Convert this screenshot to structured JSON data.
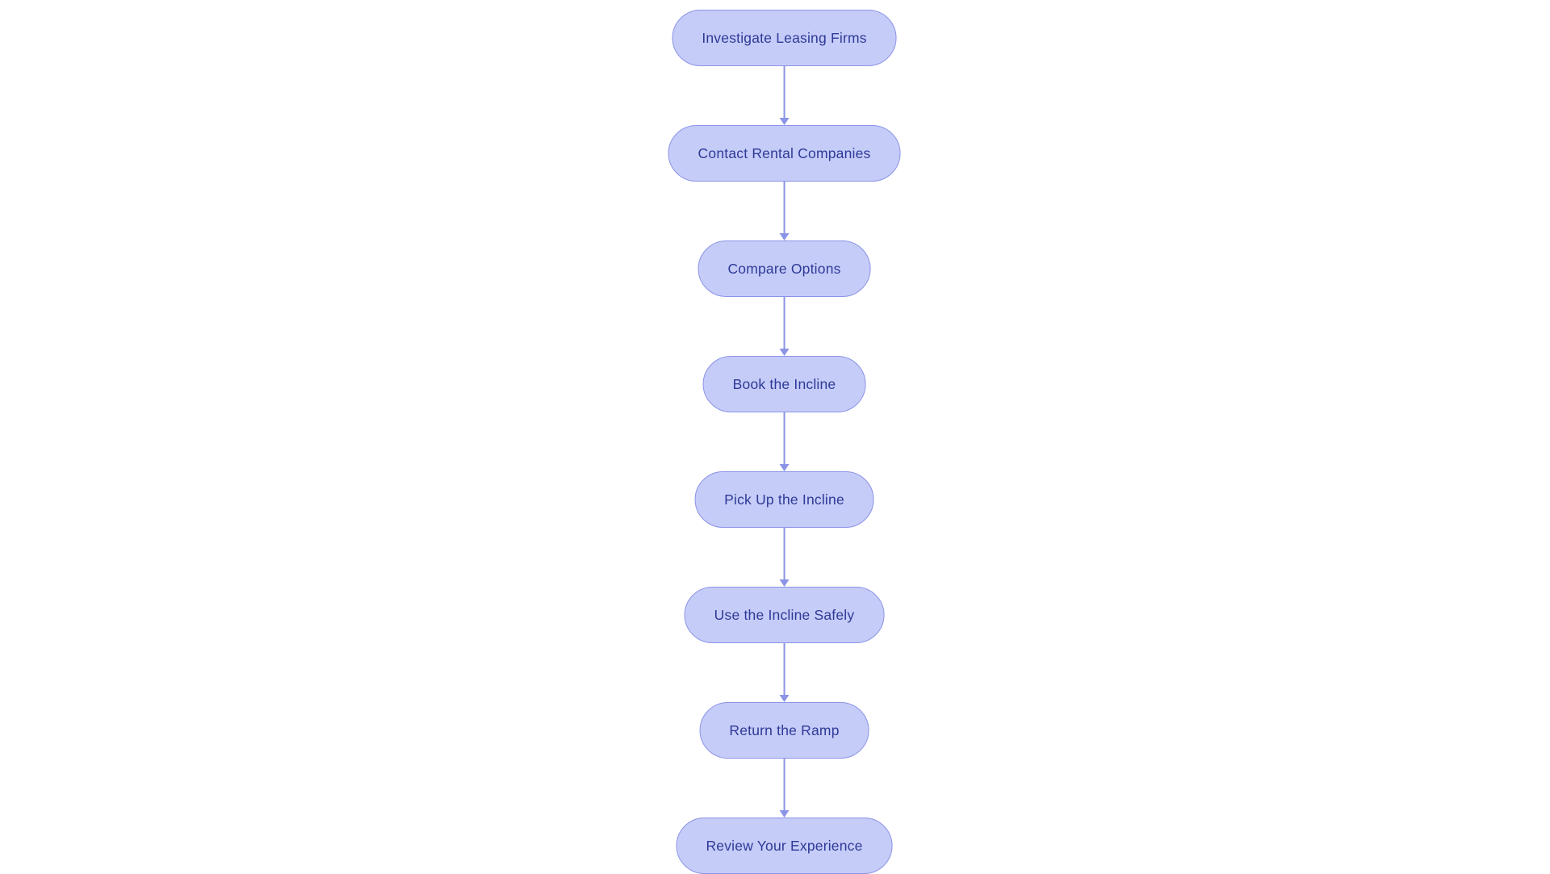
{
  "diagram": {
    "type": "flowchart",
    "direction": "top-down",
    "nodes": [
      {
        "label": "Investigate Leasing Firms"
      },
      {
        "label": "Contact Rental Companies"
      },
      {
        "label": "Compare Options"
      },
      {
        "label": "Book the Incline"
      },
      {
        "label": "Pick Up the Incline"
      },
      {
        "label": "Use the Incline Safely"
      },
      {
        "label": "Return the Ramp"
      },
      {
        "label": "Review Your Experience"
      }
    ],
    "edges": [
      {
        "from": 0,
        "to": 1
      },
      {
        "from": 1,
        "to": 2
      },
      {
        "from": 2,
        "to": 3
      },
      {
        "from": 3,
        "to": 4
      },
      {
        "from": 4,
        "to": 5
      },
      {
        "from": 5,
        "to": 6
      },
      {
        "from": 6,
        "to": 7
      }
    ]
  },
  "colors": {
    "node_fill": "#c6ccf8",
    "node_border": "#8b94e6",
    "node_text": "#2e3a97",
    "arrow": "#8b94e6",
    "page_bg": "#ffffff"
  }
}
